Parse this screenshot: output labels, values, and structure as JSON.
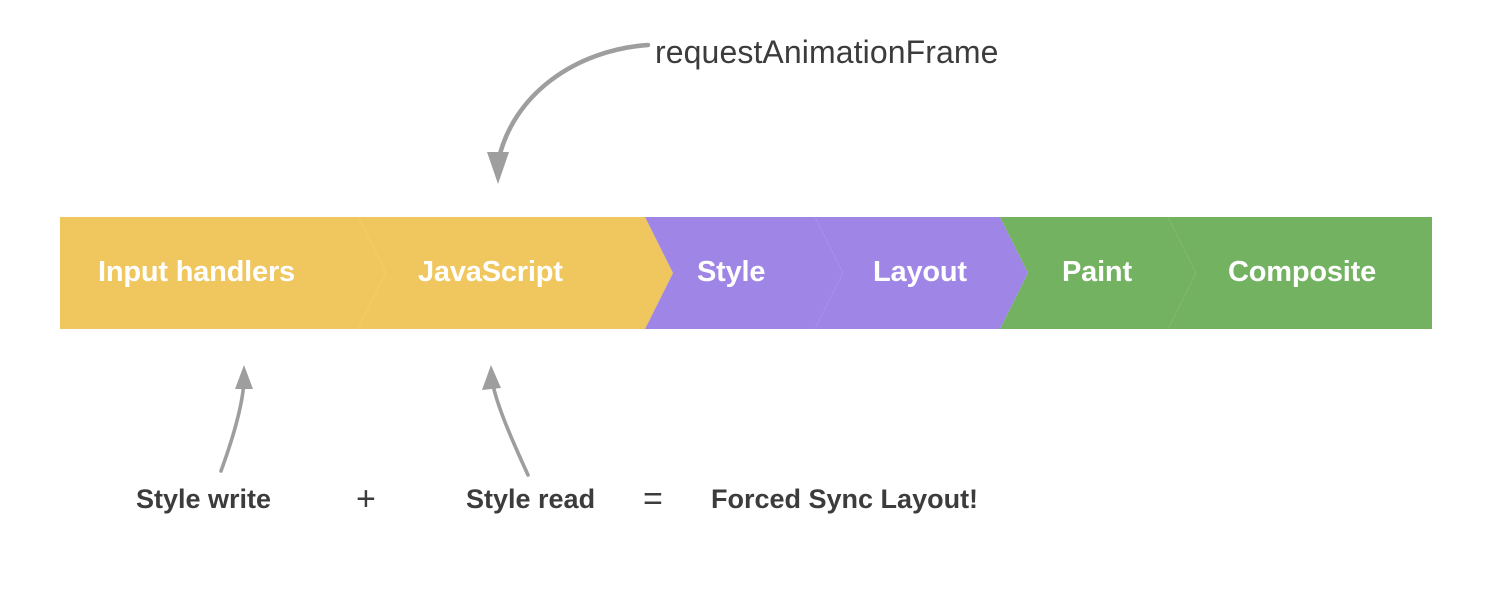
{
  "diagram": {
    "title_annotation": "requestAnimationFrame",
    "background_color": "#ffffff",
    "text_color": "#3c3c3c",
    "arrow_color": "#9e9e9e",
    "pipeline": {
      "label_color": "#ffffff",
      "segments": [
        {
          "label": "Input handlers",
          "color": "#efc75e",
          "group": "javascript"
        },
        {
          "label": "JavaScript",
          "color": "#efc75e",
          "group": "javascript"
        },
        {
          "label": "Style",
          "color": "#9f85e6",
          "group": "style-layout"
        },
        {
          "label": "Layout",
          "color": "#9f85e6",
          "group": "style-layout"
        },
        {
          "label": "Paint",
          "color": "#73b261",
          "group": "paint-composite"
        },
        {
          "label": "Composite",
          "color": "#73b261",
          "group": "paint-composite"
        }
      ]
    },
    "equation": {
      "term_1": "Style write",
      "operator_1": "+",
      "term_2": "Style read",
      "operator_2": "=",
      "result": "Forced Sync Layout!"
    },
    "annotations": {
      "raf_arrow": "curved-arrow-pointing-to-javascript-segment",
      "style_write_arrow": "curved-arrow-pointing-to-input-handlers-segment",
      "style_read_arrow": "curved-arrow-pointing-to-javascript-segment"
    }
  }
}
